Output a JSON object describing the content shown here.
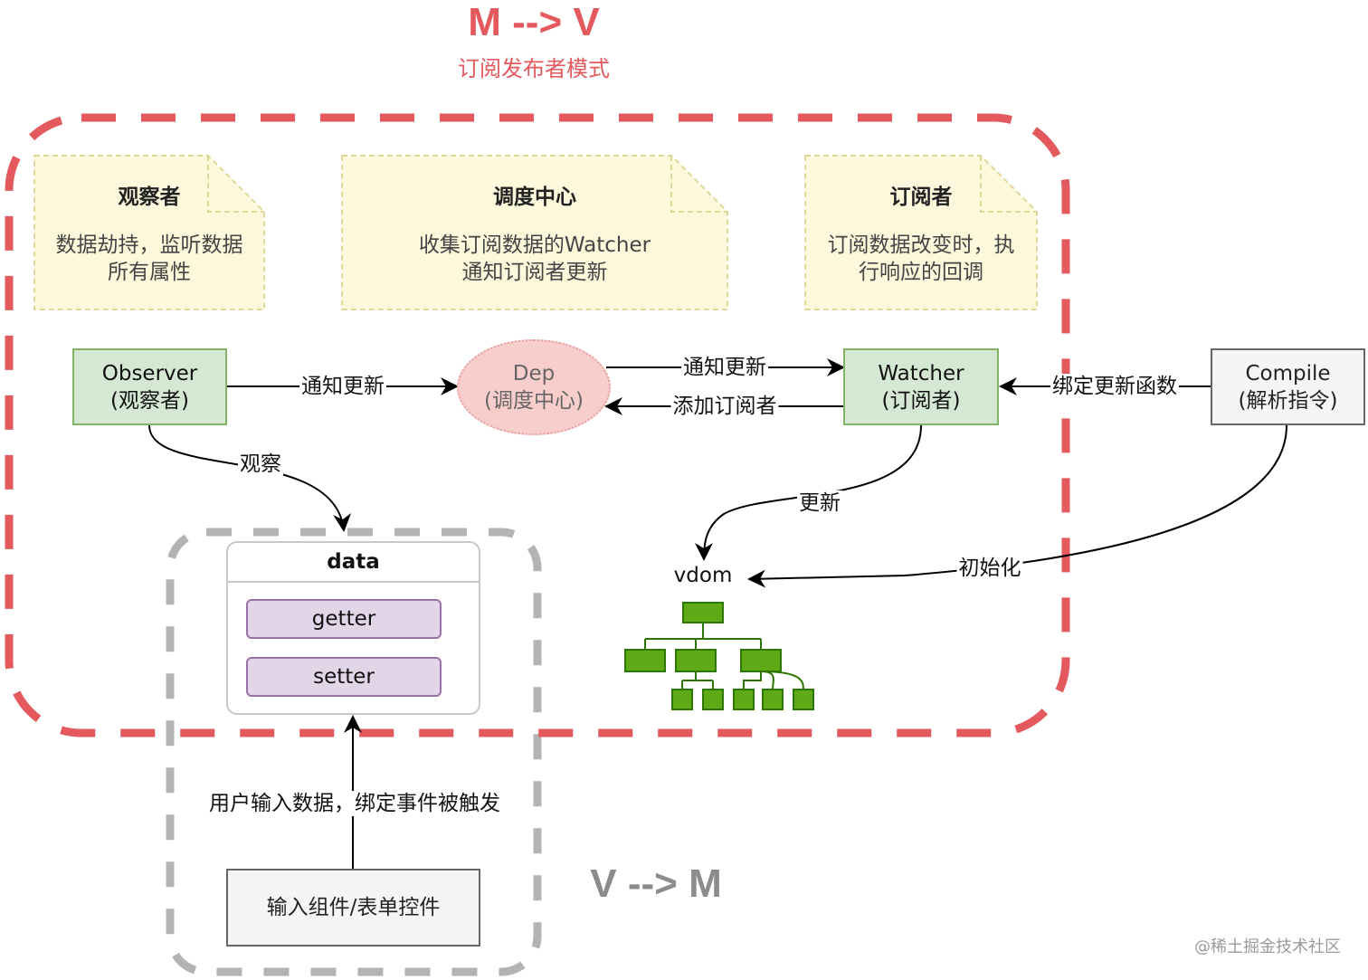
{
  "title": {
    "mv": "M --> V",
    "mv_subtitle": "订阅发布者模式",
    "vm": "V --> M"
  },
  "notes": {
    "observer": {
      "title": "观察者",
      "desc": "数据劫持，监听数据\n所有属性"
    },
    "dep": {
      "title": "调度中心",
      "desc": "收集订阅数据的Watcher\n通知订阅者更新"
    },
    "watcher": {
      "title": "订阅者",
      "desc": "订阅数据改变时，执\n行响应的回调"
    }
  },
  "nodes": {
    "observer": "Observer\n(观察者)",
    "dep": "Dep\n(调度中心)",
    "watcher": "Watcher\n(订阅者)",
    "compile": "Compile\n(解析指令)",
    "data_title": "data",
    "getter": "getter",
    "setter": "setter",
    "input": "输入组件/表单控件",
    "vdom": "vdom"
  },
  "edges": {
    "observer_to_dep": "通知更新",
    "dep_to_watcher": "通知更新",
    "watcher_to_dep": "添加订阅者",
    "compile_to_watcher": "绑定更新函数",
    "observer_to_data": "观察",
    "watcher_to_vdom": "更新",
    "compile_to_vdom": "初始化",
    "input_to_data": "用户输入数据，绑定事件被触发"
  },
  "colors": {
    "mv_region": "#e4595e",
    "vm_region": "#b3b3b3",
    "note_fill": "#fdf8dc",
    "note_border": "#e0d79a",
    "green_fill": "#d5e8d4",
    "green_border": "#82b366",
    "purple_fill": "#e1d5e7",
    "purple_border": "#9673a6",
    "tree_green": "#60a917"
  },
  "watermark": "@稀土掘金技术社区"
}
